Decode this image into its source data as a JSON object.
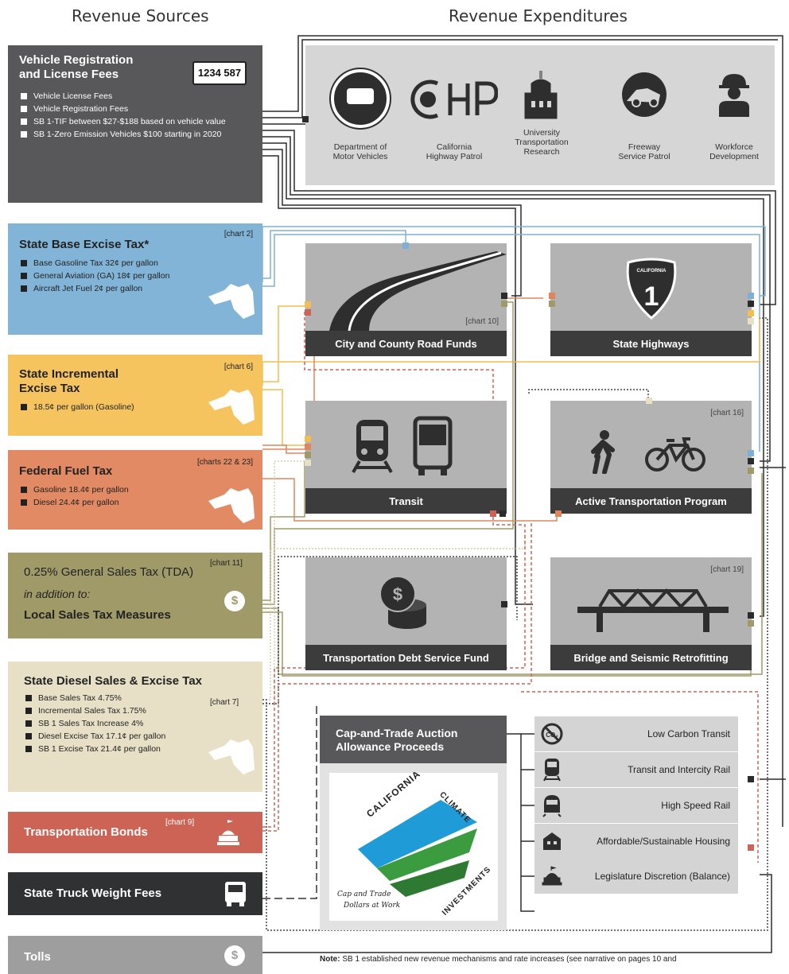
{
  "headers": {
    "sources": "Revenue Sources",
    "expenditures": "Revenue Expenditures"
  },
  "sources": {
    "vehicle_reg": {
      "title_1": "Vehicle Registration",
      "title_2": "and License Fees",
      "plate": "1234 587",
      "items": [
        "Vehicle License Fees",
        "Vehicle Registration Fees",
        "SB 1-TIF between $27-$188 based on vehicle value",
        "SB 1-Zero Emission Vehicles $100 starting in 2020"
      ]
    },
    "base_excise": {
      "title": "State Base Excise Tax*",
      "chart": "[chart 2]",
      "items": [
        "Base Gasoline Tax 32¢ per gallon",
        "General Aviation (GA) 18¢ per gallon",
        "Aircraft Jet Fuel 2¢ per gallon"
      ]
    },
    "incremental": {
      "title_1": "State Incremental",
      "title_2": "Excise Tax",
      "chart": "[chart 6]",
      "items": [
        "18.5¢ per gallon (Gasoline)"
      ]
    },
    "federal": {
      "title": "Federal Fuel Tax",
      "chart": "[charts 22 & 23]",
      "items": [
        "Gasoline 18.4¢ per gallon",
        "Diesel 24.4¢ per gallon"
      ]
    },
    "sales_tax": {
      "title": "0.25% General Sales Tax (TDA)",
      "chart": "[chart 11]",
      "middle": "in addition to:",
      "bottom": "Local Sales Tax Measures"
    },
    "diesel": {
      "title": "State Diesel Sales & Excise Tax",
      "chart": "[chart 7]",
      "items": [
        "Base Sales Tax 4.75%",
        "Incremental Sales Tax 1.75%",
        "SB 1 Sales Tax Increase 4%",
        "Diesel Excise Tax 17.1¢ per gallon",
        "SB 1 Excise Tax 21.4¢ per gallon"
      ]
    },
    "bonds": {
      "title": "Transportation Bonds",
      "chart": "[chart 9]"
    },
    "truck": {
      "title": "State Truck Weight Fees"
    },
    "tolls": {
      "title": "Tolls"
    }
  },
  "top_agencies": [
    {
      "line1": "Department of",
      "line2": "Motor Vehicles",
      "icon": "dmv-seal-icon"
    },
    {
      "line1": "California",
      "line2": "Highway Patrol",
      "icon": "chp-logo-icon"
    },
    {
      "line0": "University",
      "line1": "Transportation",
      "line2": "Research",
      "icon": "university-building-icon"
    },
    {
      "line1": "Freeway",
      "line2": "Service Patrol",
      "icon": "tow-truck-icon"
    },
    {
      "line1": "Workforce",
      "line2": "Development",
      "icon": "worker-icon"
    }
  ],
  "expenditures": {
    "roads": {
      "label": "City and County Road Funds",
      "chart": "[chart 10]"
    },
    "highways": {
      "label": "State Highways",
      "shield": "1",
      "shield_text": "CALIFORNIA"
    },
    "transit": {
      "label": "Transit"
    },
    "atp": {
      "label": "Active Transportation Program",
      "chart": "[chart 16]"
    },
    "debt": {
      "label": "Transportation Debt Service Fund"
    },
    "bridge": {
      "label": "Bridge and Seismic Retrofitting",
      "chart": "[chart 19]"
    }
  },
  "cap_trade": {
    "title_1": "Cap-and-Trade Auction",
    "title_2": "Allowance Proceeds",
    "logo_1": "CALIFORNIA",
    "logo_2": "CLIMATE",
    "logo_3": "INVESTMENTS",
    "logo_4": "Cap and Trade",
    "logo_5": "Dollars at Work",
    "items": [
      "Low Carbon Transit",
      "Transit and Intercity Rail",
      "High Speed Rail",
      "Affordable/Sustainable Housing",
      "Legislature Discretion (Balance)"
    ]
  },
  "note": {
    "bold": "Note:",
    "text": "SB 1 established new revenue mechanisms and rate increases (see narrative on pages 10 and"
  },
  "colors": {
    "dark": "#58585a",
    "blue": "#82b4d8",
    "yellow": "#f6c45f",
    "orange": "#e18a63",
    "olive": "#a09a68",
    "beige": "#e8e0c6",
    "red": "#cd6355",
    "black": "#313131",
    "grey": "#9e9e9e"
  }
}
